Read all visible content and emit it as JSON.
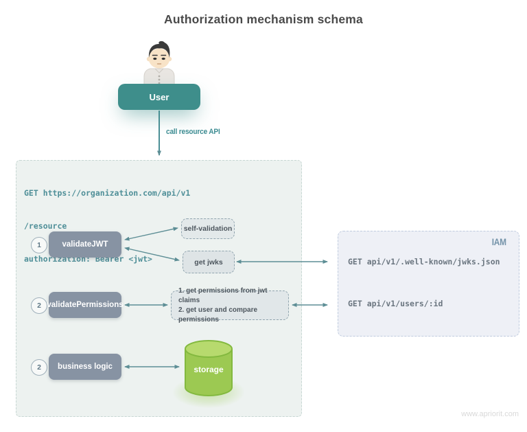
{
  "title": "Authorization mechanism schema",
  "user": {
    "label": "User",
    "call_label": "call resource API"
  },
  "request": {
    "line1": "GET https://organization.com/api/v1",
    "line2": "/resource",
    "line3": "authorization: Bearer <jwt>"
  },
  "steps": [
    {
      "num": "1",
      "label": "validateJWT"
    },
    {
      "num": "2",
      "label": "validatePermissions"
    },
    {
      "num": "2",
      "label": "business logic"
    }
  ],
  "notes": {
    "self_validation": "self-validation",
    "get_jwks": "get jwks",
    "permissions_line1": "1. get permissions from jwt claims",
    "permissions_line2": "2. get user and compare permissions"
  },
  "storage": {
    "label": "storage"
  },
  "iam": {
    "label": "IAM",
    "endpoint_jwks": "GET api/v1/.well-known/jwks.json",
    "endpoint_users": "GET api/v1/users/:id"
  },
  "watermark": "www.apriorit.com",
  "colors": {
    "teal": "#3E8E8B",
    "arrow": "#5D8E95",
    "step_box_gray": "#8793A3",
    "storage_green": "#9CC952",
    "storage_green_top": "#B7DA6E",
    "container_bg": "#EDF2F0",
    "iam_bg": "#EEF0F6",
    "code_teal": "#4F8F98"
  }
}
